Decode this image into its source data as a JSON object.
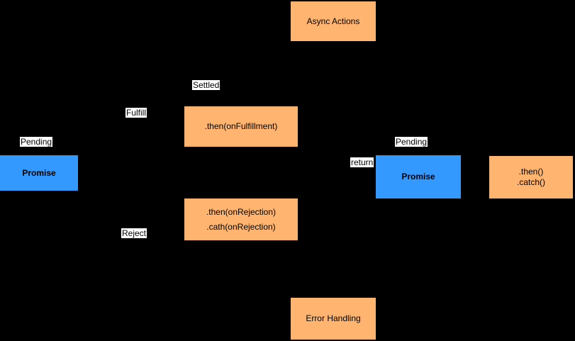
{
  "colors": {
    "background": "#000000",
    "node_orange": "#ffb570",
    "node_blue": "#3399ff",
    "label_background": "#ffffff",
    "text": "#000000"
  },
  "nodes": {
    "async_actions": {
      "label": "Async Actions"
    },
    "then_fulfillment": {
      "label": ".then(onFulfillment)"
    },
    "promise_left": {
      "label": "Promise"
    },
    "then_rejection": {
      "lines": [
        ".then(onRejection)",
        ".cath(onRejection)"
      ]
    },
    "promise_right": {
      "label": "Promise"
    },
    "then_catch": {
      "lines": [
        ".then()",
        ".catch()"
      ]
    },
    "error_handling": {
      "label": "Error Handling"
    }
  },
  "edge_labels": {
    "settled": "Settled",
    "fulfill": "Fulfill",
    "pending_left": "Pending",
    "reject": "Reject",
    "return_label": "return",
    "pending_right": "Pending"
  }
}
